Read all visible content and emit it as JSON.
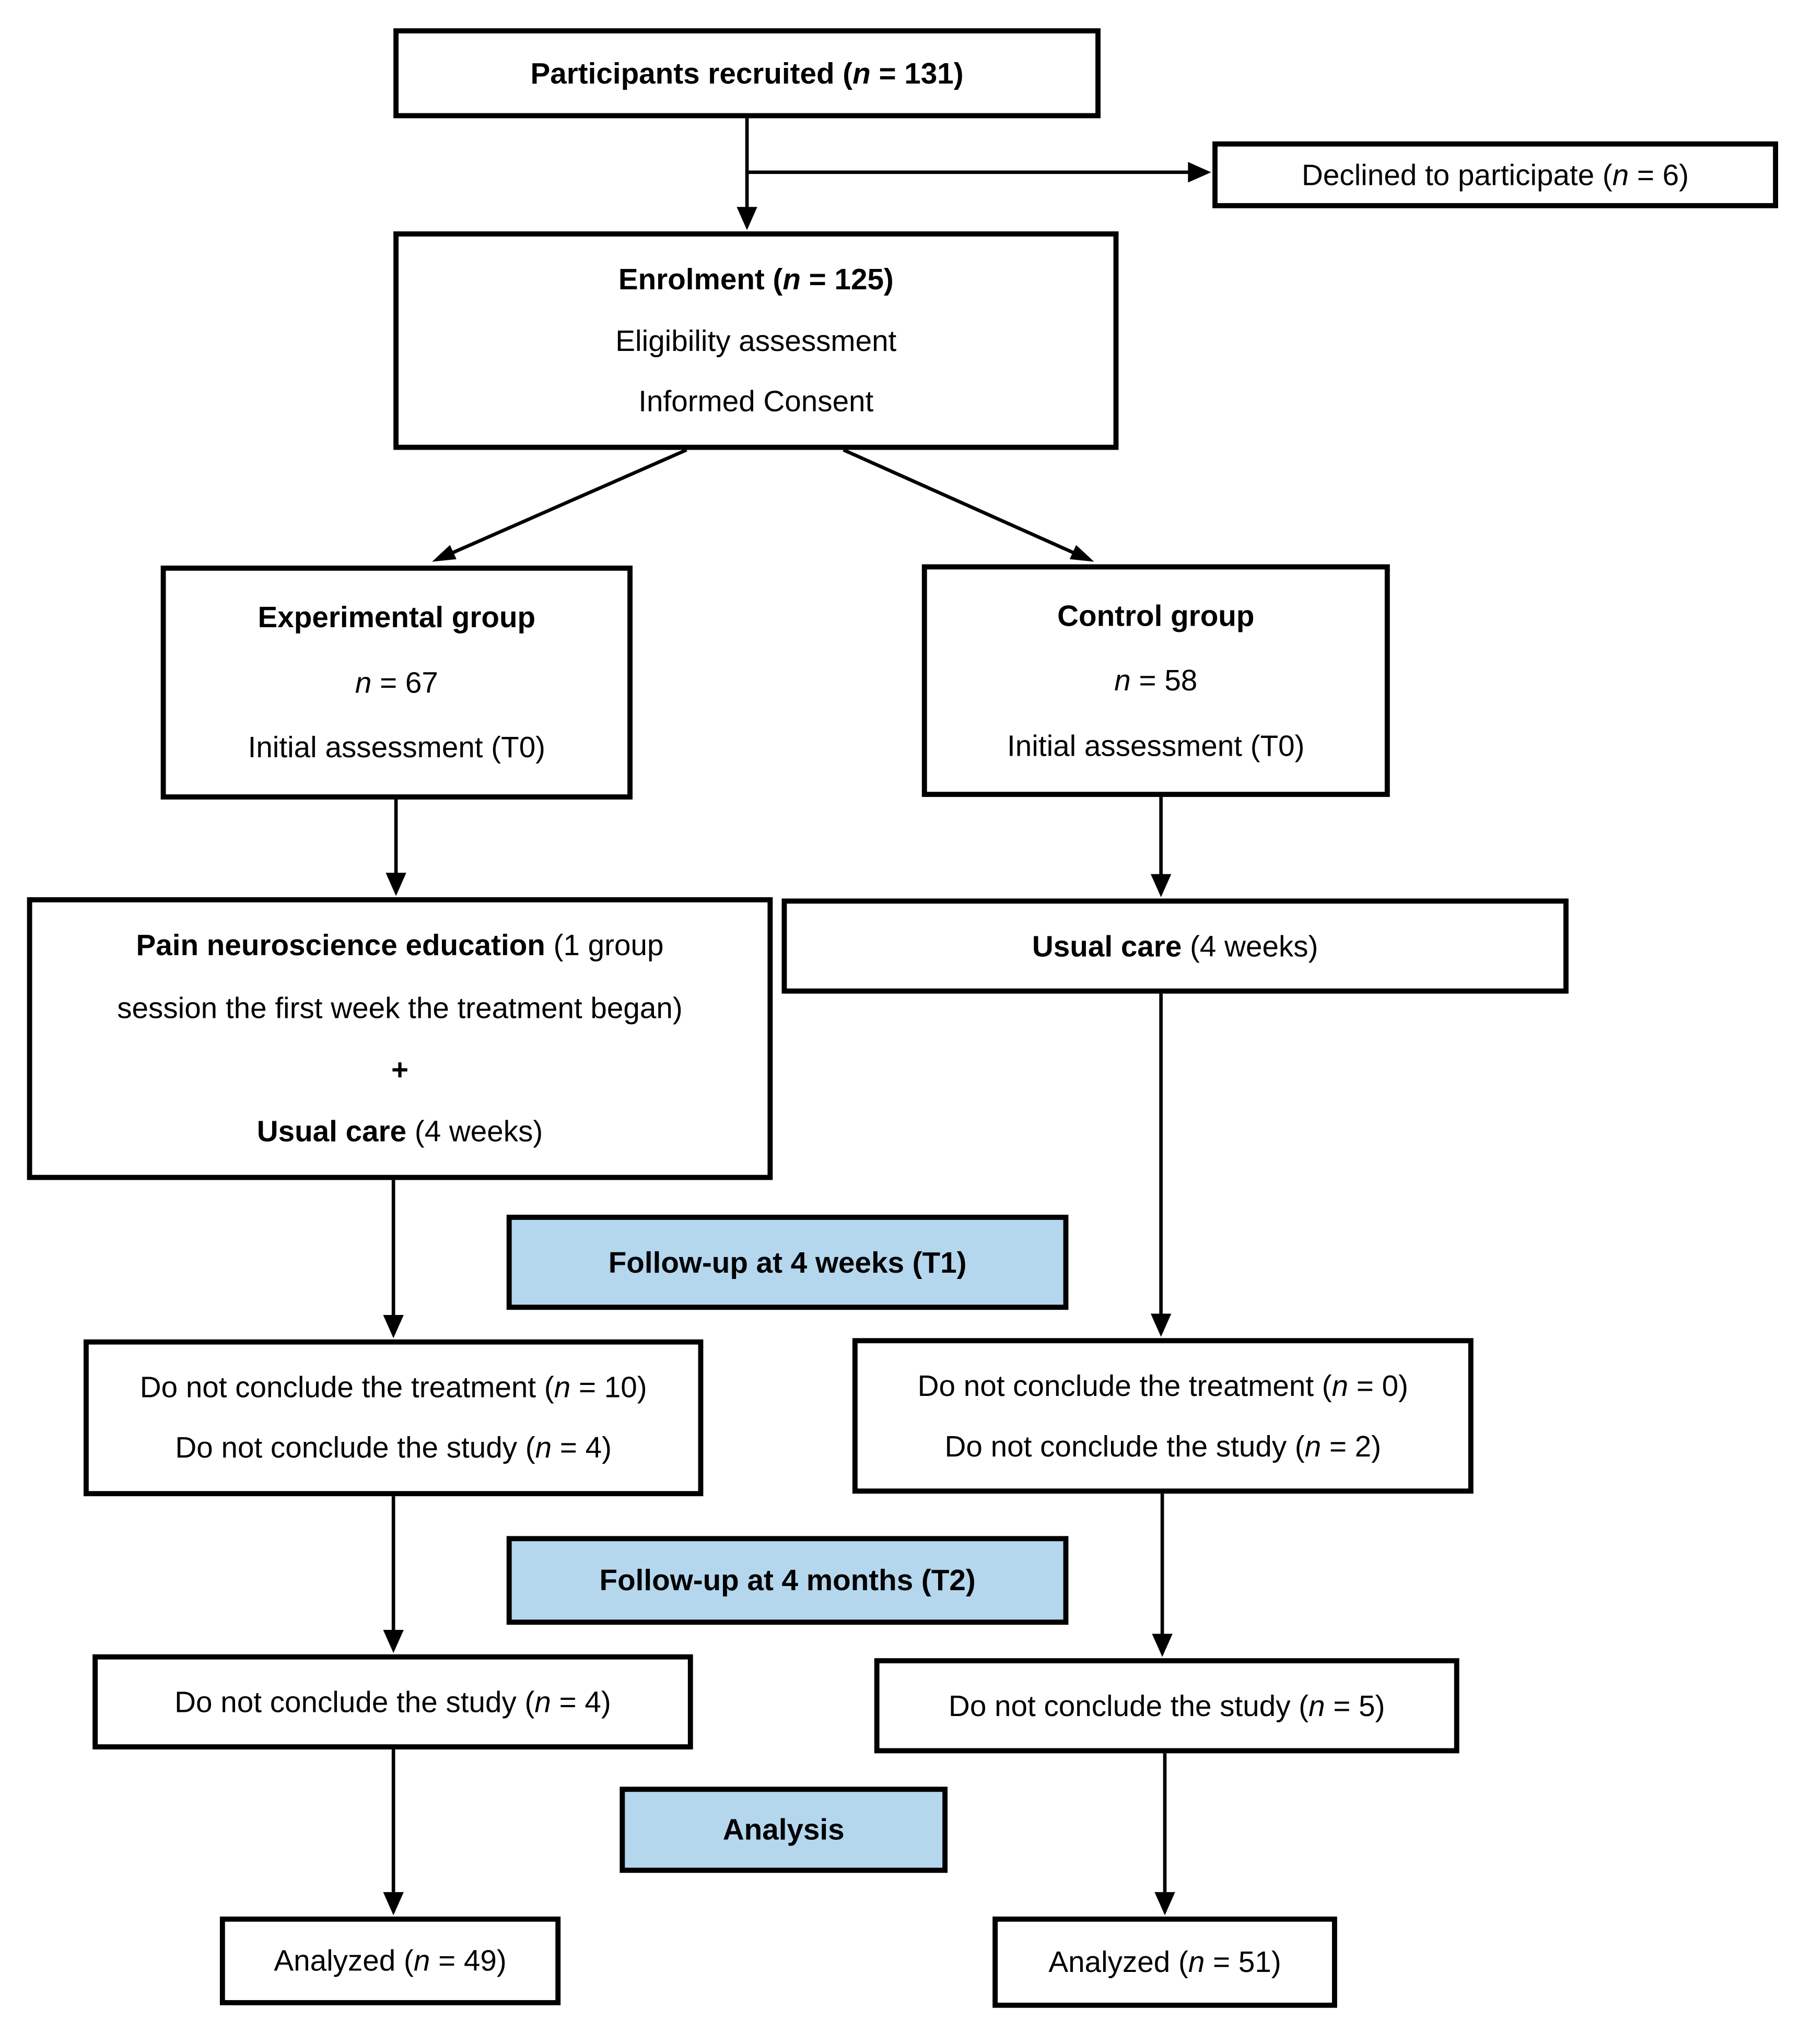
{
  "figure": {
    "type": "consort-flow-diagram",
    "description": "Participant flow diagram with two study arms and follow-up stages"
  },
  "colors": {
    "background": "#ffffff",
    "border": "#000000",
    "highlight": "#b4d7ee",
    "text": "#000000"
  },
  "flow": {
    "recruited": {
      "l1": [
        "Participants recruited (",
        "n",
        " = 131)"
      ]
    },
    "declined": {
      "l1": [
        "Declined to participate (",
        "n",
        " = 6)"
      ]
    },
    "enrolment": {
      "l1": [
        "Enrolment (",
        "n",
        " = 125)"
      ],
      "l2": "Eligibility assessment",
      "l3": "Informed Consent"
    },
    "experimental": {
      "l1": "Experimental group",
      "l2": [
        "n",
        " = 67"
      ],
      "l3": "Initial assessment (T0)"
    },
    "control": {
      "l1": "Control group",
      "l2": [
        "n",
        " = 58"
      ],
      "l3": "Initial assessment (T0)"
    },
    "pne": {
      "l1": [
        "Pain neuroscience education",
        " (1 group"
      ],
      "l2": "session the first week the treatment began)",
      "l3": "+",
      "l4": [
        "Usual care",
        " (4 weeks)"
      ]
    },
    "usual_care": {
      "l1": [
        "Usual care",
        " (4 weeks)"
      ]
    },
    "t1_banner": {
      "l1": "Follow-up at 4 weeks (T1)"
    },
    "exp_t1_dropout": {
      "l1": [
        "Do not conclude the treatment (",
        "n",
        " = 10)"
      ],
      "l2": [
        "Do not conclude the study (",
        "n",
        " = 4)"
      ]
    },
    "ctrl_t1_dropout": {
      "l1": [
        "Do not conclude the treatment (",
        "n",
        " = 0)"
      ],
      "l2": [
        "Do not conclude the study (",
        "n",
        " = 2)"
      ]
    },
    "t2_banner": {
      "l1": "Follow-up at 4 months (T2)"
    },
    "exp_t2_dropout": {
      "l1": [
        "Do not conclude the study (",
        "n",
        " = 4)"
      ]
    },
    "ctrl_t2_dropout": {
      "l1": [
        "Do not conclude the study (",
        "n",
        " = 5)"
      ]
    },
    "analysis_banner": {
      "l1": "Analysis"
    },
    "exp_analyzed": {
      "l1": [
        "Analyzed (",
        "n",
        " = 49)"
      ]
    },
    "ctrl_analyzed": {
      "l1": [
        "Analyzed (",
        "n",
        " = 51)"
      ]
    }
  }
}
